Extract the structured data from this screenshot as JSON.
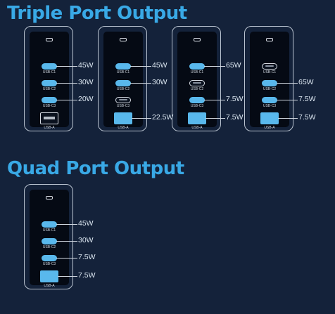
{
  "sections": {
    "triple_title": "Triple Port Output",
    "quad_title": "Quad Port Output"
  },
  "port_labels": [
    "USB-C1",
    "USB-C2",
    "USB-C3",
    "USB-A"
  ],
  "colors": {
    "background": "#14223a",
    "title": "#39a9e6",
    "active_port": "#59b8ec",
    "outline": "#b9c3d0"
  },
  "configs": [
    {
      "group": "triple",
      "ports": [
        {
          "type": "usbc",
          "active": true,
          "watt": "45W"
        },
        {
          "type": "usbc",
          "active": true,
          "watt": "30W"
        },
        {
          "type": "usbc",
          "active": true,
          "watt": "20W"
        },
        {
          "type": "usba",
          "active": false,
          "watt": ""
        }
      ]
    },
    {
      "group": "triple",
      "ports": [
        {
          "type": "usbc",
          "active": true,
          "watt": "45W"
        },
        {
          "type": "usbc",
          "active": true,
          "watt": "30W"
        },
        {
          "type": "usbc",
          "active": false,
          "watt": ""
        },
        {
          "type": "usba",
          "active": true,
          "watt": "22.5W"
        }
      ]
    },
    {
      "group": "triple",
      "ports": [
        {
          "type": "usbc",
          "active": true,
          "watt": "65W"
        },
        {
          "type": "usbc",
          "active": false,
          "watt": ""
        },
        {
          "type": "usbc",
          "active": true,
          "watt": "7.5W"
        },
        {
          "type": "usba",
          "active": true,
          "watt": "7.5W"
        }
      ]
    },
    {
      "group": "triple",
      "ports": [
        {
          "type": "usbc",
          "active": false,
          "watt": ""
        },
        {
          "type": "usbc",
          "active": true,
          "watt": "65W"
        },
        {
          "type": "usbc",
          "active": true,
          "watt": "7.5W"
        },
        {
          "type": "usba",
          "active": true,
          "watt": "7.5W"
        }
      ]
    },
    {
      "group": "quad",
      "ports": [
        {
          "type": "usbc",
          "active": true,
          "watt": "45W"
        },
        {
          "type": "usbc",
          "active": true,
          "watt": "30W"
        },
        {
          "type": "usbc",
          "active": true,
          "watt": "7.5W"
        },
        {
          "type": "usba",
          "active": true,
          "watt": "7.5W"
        }
      ]
    }
  ]
}
